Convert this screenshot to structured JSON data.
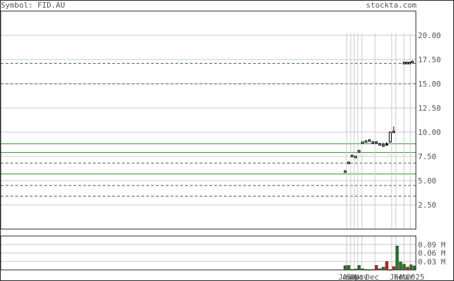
{
  "header": {
    "symbol_label": "Symbol: FID.AU",
    "site": "stockta.com"
  },
  "colors": {
    "grid": "#c8c8c8",
    "dashed_line": "#2a6a2a",
    "solid_line": "#2a8a2a",
    "up_volume": "#2a7a2a",
    "down_volume": "#cc2222",
    "candle": "#000000"
  },
  "chart_data": {
    "type": "candlestick",
    "price_axis": {
      "ylim": [
        0,
        22.5
      ],
      "ticks": [
        "2.50",
        "5.00",
        "7.50",
        "10.00",
        "12.50",
        "15.00",
        "17.50",
        "20.00"
      ],
      "tick_values": [
        2.5,
        5,
        7.5,
        10,
        12.5,
        15,
        17.5,
        20
      ]
    },
    "volume_axis": {
      "ylim": [
        0,
        0.12
      ],
      "ticks": [
        "0.03 M",
        "0.06 M",
        "0.09 M"
      ],
      "tick_values": [
        0.03,
        0.06,
        0.09
      ]
    },
    "x_labels": [
      "Jul",
      "Aug",
      "Sep",
      "Oct",
      "Nov",
      "Dec",
      "Jan",
      "Feb",
      "Mar",
      "2025"
    ],
    "horizontal_levels": [
      {
        "value": 17.1,
        "style": "dashed"
      },
      {
        "value": 15.0,
        "style": "dashed"
      },
      {
        "value": 8.8,
        "style": "solid"
      },
      {
        "value": 7.9,
        "style": "solid"
      },
      {
        "value": 6.8,
        "style": "dashed"
      },
      {
        "value": 5.7,
        "style": "solid"
      },
      {
        "value": 4.5,
        "style": "dashed"
      },
      {
        "value": 3.4,
        "style": "dashed"
      }
    ],
    "candles": [
      {
        "open": 5.9,
        "high": 6.1,
        "low": 5.8,
        "close": 6.0
      },
      {
        "open": 6.8,
        "high": 7.0,
        "low": 6.7,
        "close": 6.9
      },
      {
        "open": 7.6,
        "high": 7.7,
        "low": 7.5,
        "close": 7.6
      },
      {
        "open": 7.5,
        "high": 7.6,
        "low": 7.4,
        "close": 7.5
      },
      {
        "open": 8.1,
        "high": 8.2,
        "low": 8.0,
        "close": 8.1
      },
      {
        "open": 8.9,
        "high": 9.0,
        "low": 8.9,
        "close": 9.0
      },
      {
        "open": 9.1,
        "high": 9.2,
        "low": 9.0,
        "close": 9.1
      },
      {
        "open": 9.2,
        "high": 9.3,
        "low": 9.1,
        "close": 9.2
      },
      {
        "open": 9.0,
        "high": 9.1,
        "low": 8.9,
        "close": 9.0
      },
      {
        "open": 9.0,
        "high": 9.1,
        "low": 8.9,
        "close": 9.0
      },
      {
        "open": 8.8,
        "high": 8.9,
        "low": 8.7,
        "close": 8.8
      },
      {
        "open": 8.6,
        "high": 8.9,
        "low": 8.5,
        "close": 8.7
      },
      {
        "open": 8.8,
        "high": 9.0,
        "low": 8.6,
        "close": 8.7
      },
      {
        "open": 9.0,
        "high": 10.1,
        "low": 8.9,
        "close": 10.0
      },
      {
        "open": 10.0,
        "high": 10.6,
        "low": 9.9,
        "close": 10.1
      },
      {
        "open": 17.1,
        "high": 17.3,
        "low": 17.0,
        "close": 17.2
      },
      {
        "open": 17.2,
        "high": 17.3,
        "low": 17.1,
        "close": 17.2
      },
      {
        "open": 17.2,
        "high": 17.3,
        "low": 17.1,
        "close": 17.2
      },
      {
        "open": 17.2,
        "high": 17.4,
        "low": 17.1,
        "close": 17.3
      }
    ],
    "volume": [
      {
        "value": 0.015,
        "direction": "up"
      },
      {
        "value": 0.016,
        "direction": "up"
      },
      {
        "value": 0.002,
        "direction": "down"
      },
      {
        "value": 0.003,
        "direction": "up"
      },
      {
        "value": 0.016,
        "direction": "up"
      },
      {
        "value": 0.004,
        "direction": "up"
      },
      {
        "value": 0.002,
        "direction": "up"
      },
      {
        "value": 0.001,
        "direction": "up"
      },
      {
        "value": 0.002,
        "direction": "up"
      },
      {
        "value": 0.016,
        "direction": "down"
      },
      {
        "value": 0.004,
        "direction": "up"
      },
      {
        "value": 0.01,
        "direction": "up"
      },
      {
        "value": 0.03,
        "direction": "down"
      },
      {
        "value": 0.001,
        "direction": "up"
      },
      {
        "value": 0.012,
        "direction": "down"
      },
      {
        "value": 0.085,
        "direction": "up"
      },
      {
        "value": 0.028,
        "direction": "up"
      },
      {
        "value": 0.02,
        "direction": "up"
      },
      {
        "value": 0.01,
        "direction": "down"
      },
      {
        "value": 0.018,
        "direction": "up"
      },
      {
        "value": 0.014,
        "direction": "up"
      }
    ]
  }
}
